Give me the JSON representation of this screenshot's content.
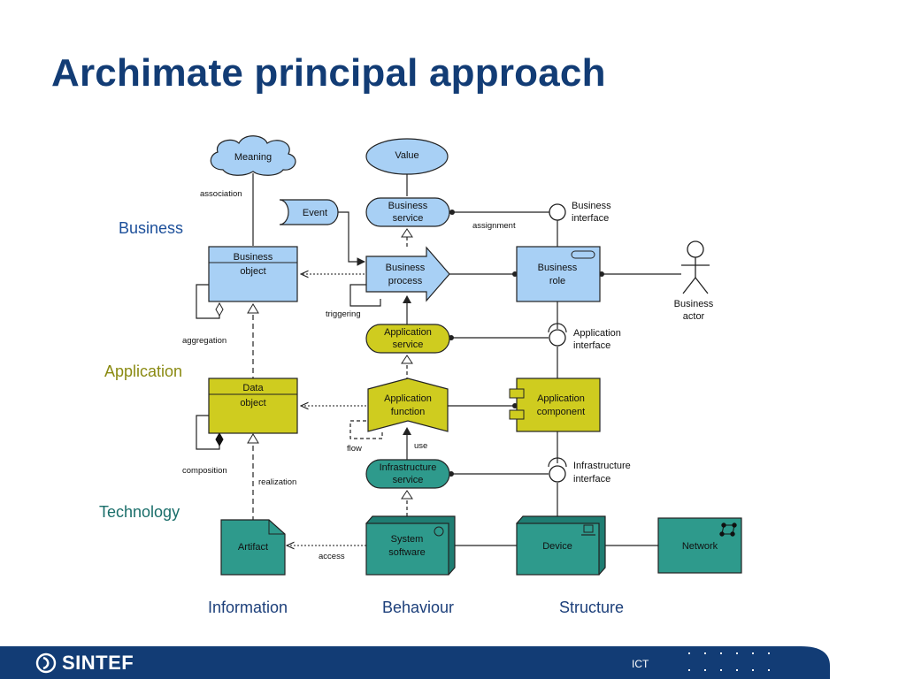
{
  "slide": {
    "title": "Archimate principal approach"
  },
  "layers": {
    "business": "Business",
    "application": "Application",
    "technology": "Technology"
  },
  "columns": {
    "information": "Information",
    "behaviour": "Behaviour",
    "structure": "Structure"
  },
  "nodes": {
    "meaning": "Meaning",
    "value": "Value",
    "event": "Event",
    "business_service": [
      "Business",
      "service"
    ],
    "business_object": [
      "Business",
      "object"
    ],
    "business_process": [
      "Business",
      "process"
    ],
    "business_role": [
      "Business",
      "role"
    ],
    "business_actor": [
      "Business",
      "actor"
    ],
    "business_interface": [
      "Business",
      "interface"
    ],
    "application_service": [
      "Application",
      "service"
    ],
    "application_interface": [
      "Application",
      "interface"
    ],
    "data_object": [
      "Data",
      "object"
    ],
    "application_function": [
      "Application",
      "function"
    ],
    "application_component": [
      "Application",
      "component"
    ],
    "infrastructure_service": [
      "Infrastructure",
      "service"
    ],
    "infrastructure_interface": [
      "Infrastructure",
      "interface"
    ],
    "artifact": "Artifact",
    "system_software": [
      "System",
      "software"
    ],
    "device": "Device",
    "network": "Network"
  },
  "relations": {
    "association": "association",
    "assignment": "assignment",
    "triggering": "triggering",
    "aggregation": "aggregation",
    "flow": "flow",
    "use": "use",
    "composition": "composition",
    "realization": "realization",
    "access": "access"
  },
  "footer": {
    "brand": "SINTEF",
    "unit": "ICT"
  },
  "colors": {
    "title": "#123c75",
    "business_fill": "#a8d0f5",
    "application_fill": "#cfcc1f",
    "technology_fill": "#2e9a8c",
    "business_label": "#1c4f9a",
    "application_label": "#8a8a12",
    "technology_label": "#1a6e6a",
    "footer_bar": "#123c75"
  }
}
